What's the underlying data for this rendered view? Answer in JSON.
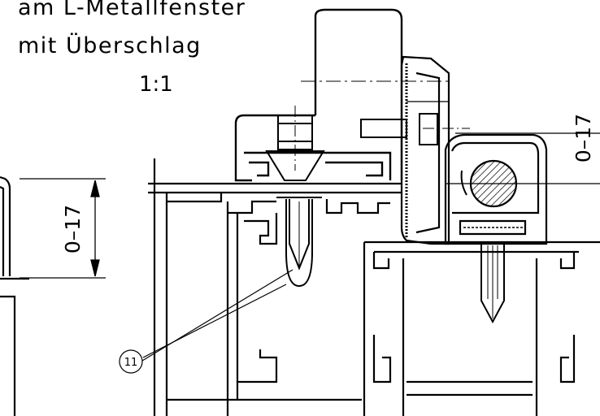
{
  "title_line1": "am L-Metallfenster",
  "title_line2": "mit Überschlag",
  "scale": "1:1",
  "dimension_left": "0–17",
  "dimension_right": "0–17",
  "callout_number": "11"
}
